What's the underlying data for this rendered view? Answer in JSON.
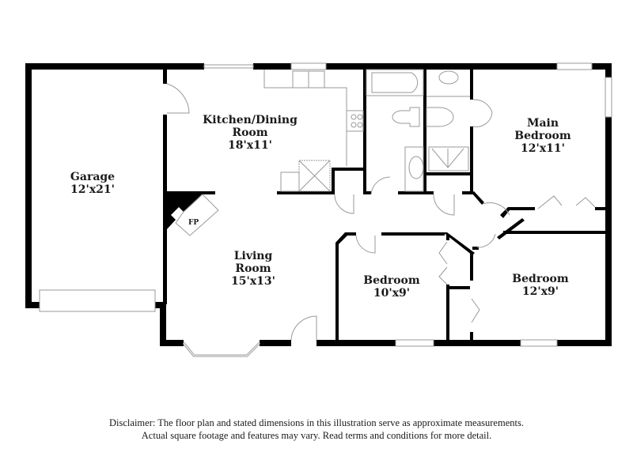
{
  "floorplan": {
    "rooms": [
      {
        "id": "garage",
        "name": "Garage",
        "dimensions": "12'x21'"
      },
      {
        "id": "kitchen-dining",
        "name_line1": "Kitchen/Dining",
        "name_line2": "Room",
        "dimensions": "18'x11'"
      },
      {
        "id": "living",
        "name_line1": "Living",
        "name_line2": "Room",
        "dimensions": "15'x13'"
      },
      {
        "id": "main-bedroom",
        "name_line1": "Main",
        "name_line2": "Bedroom",
        "dimensions": "12'x11'"
      },
      {
        "id": "bedroom-2",
        "name": "Bedroom",
        "dimensions": "10'x9'"
      },
      {
        "id": "bedroom-3",
        "name": "Bedroom",
        "dimensions": "12'x9'"
      }
    ],
    "fireplace_label": "FP"
  },
  "colors": {
    "wall": "#000000",
    "fixture_line": "#9a9a9a",
    "text": "#1a1a1a",
    "background": "#ffffff"
  },
  "disclaimer": {
    "line1": "Disclaimer: The floor plan and stated dimensions in this illustration serve as approximate measurements.",
    "line2": "Actual square footage and features may vary. Read terms and conditions for more detail."
  }
}
